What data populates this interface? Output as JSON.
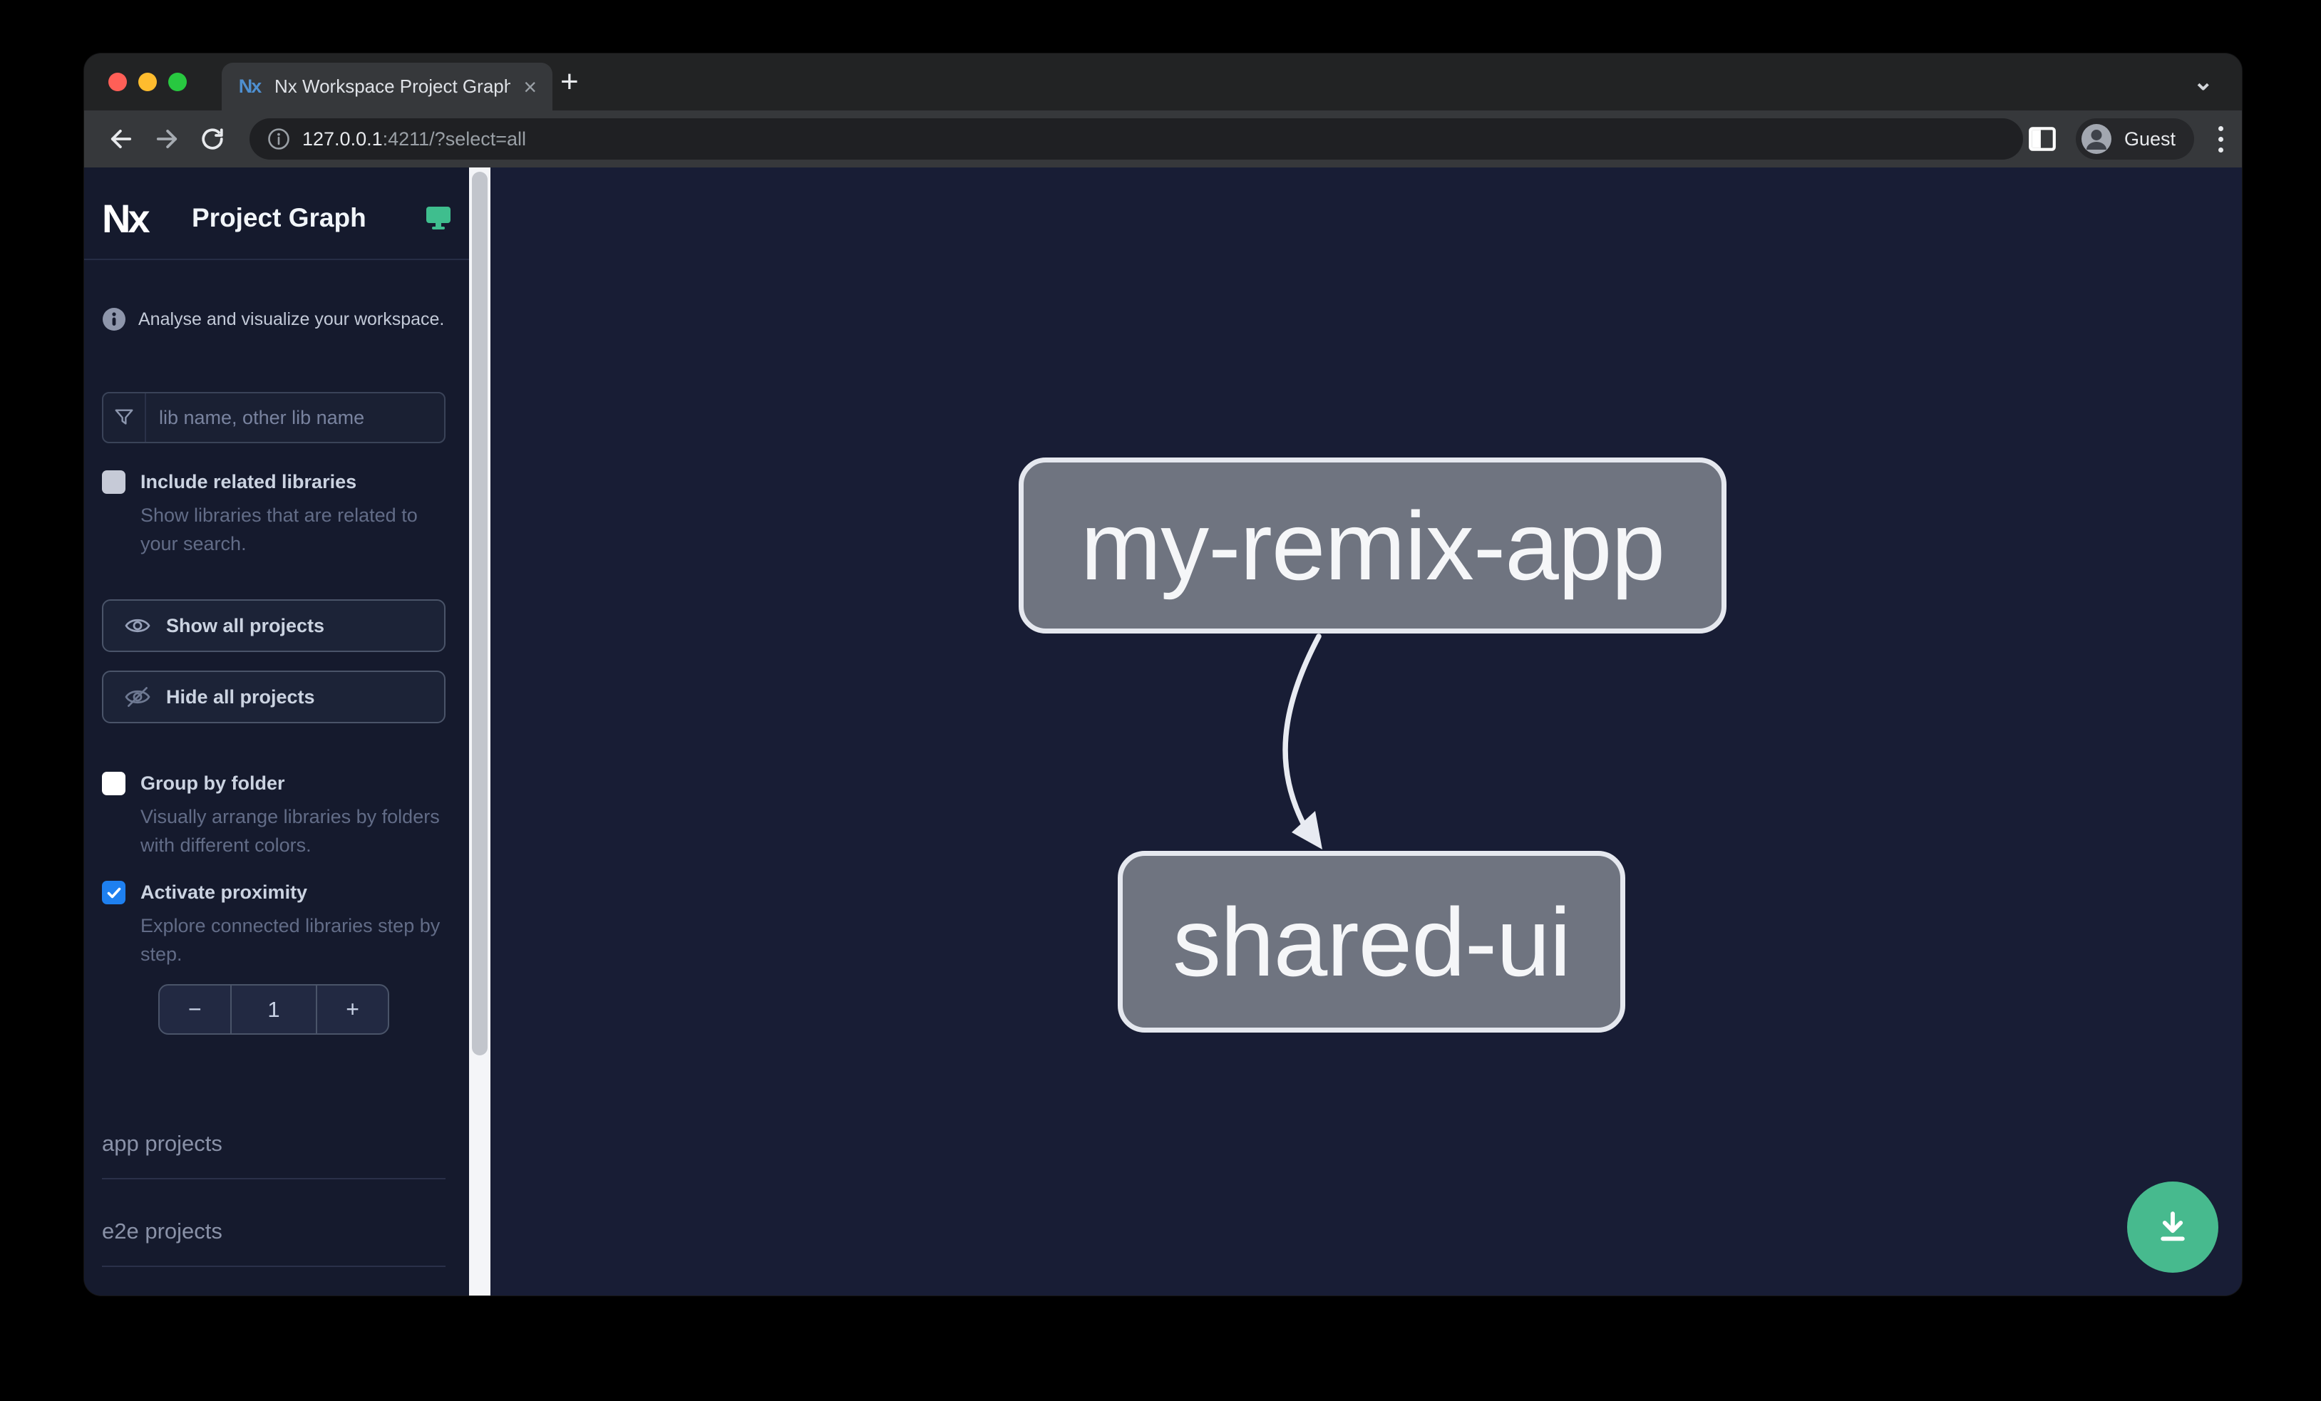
{
  "browser": {
    "tab": {
      "title": "Nx Workspace Project Graph",
      "favicon_glyph": "Nx",
      "close_glyph": "×"
    },
    "new_tab_glyph": "+",
    "strip_chevron_glyph": "⌄",
    "toolbar": {
      "url_host": "127.0.0.1",
      "url_rest": ":4211/?select=all",
      "profile_label": "Guest"
    }
  },
  "sidebar": {
    "brand": "Nx",
    "title": "Project Graph",
    "tagline": "Analyse and visualize your workspace.",
    "search_placeholder": "lib name, other lib name",
    "options": [
      {
        "label": "Include related libraries",
        "description": "Show libraries that are related to your search.",
        "checked": false
      },
      {
        "label": "Group by folder",
        "description": "Visually arrange libraries by folders with different colors.",
        "checked": false
      },
      {
        "label": "Activate proximity",
        "description": "Explore connected libraries step by step.",
        "checked": true
      }
    ],
    "actions": [
      {
        "label": "Show all projects"
      },
      {
        "label": "Hide all projects"
      }
    ],
    "stepper": {
      "decrement": "−",
      "value": "1",
      "increment": "+"
    },
    "sections": [
      {
        "label": "app projects"
      },
      {
        "label": "e2e projects"
      }
    ]
  },
  "graph": {
    "nodes": [
      {
        "label": "my-remix-app"
      },
      {
        "label": "shared-ui"
      }
    ],
    "edges": [
      {
        "from": "my-remix-app",
        "to": "shared-ui"
      }
    ]
  },
  "colors": {
    "accent_green": "#3FBE8E",
    "accent_blue": "#1E80F0",
    "node_fill": "#6F7480",
    "node_border": "#E5E8EF",
    "canvas_bg": "#181D35",
    "sidebar_bg": "#151A2D"
  }
}
